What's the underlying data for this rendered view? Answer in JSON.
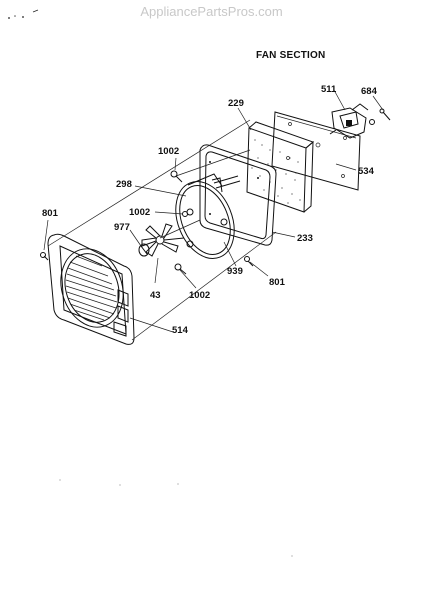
{
  "watermark": "AppliancePartsPros.com",
  "title": "FAN SECTION",
  "labels": {
    "p511": "511",
    "p684": "684",
    "p229": "229",
    "p534": "534",
    "p1002_top": "1002",
    "p298": "298",
    "p1002_mid": "1002",
    "p233": "233",
    "p801_left": "801",
    "p977": "977",
    "p939": "939",
    "p801_right": "801",
    "p43": "43",
    "p1002_bottom": "1002",
    "p514": "514"
  }
}
